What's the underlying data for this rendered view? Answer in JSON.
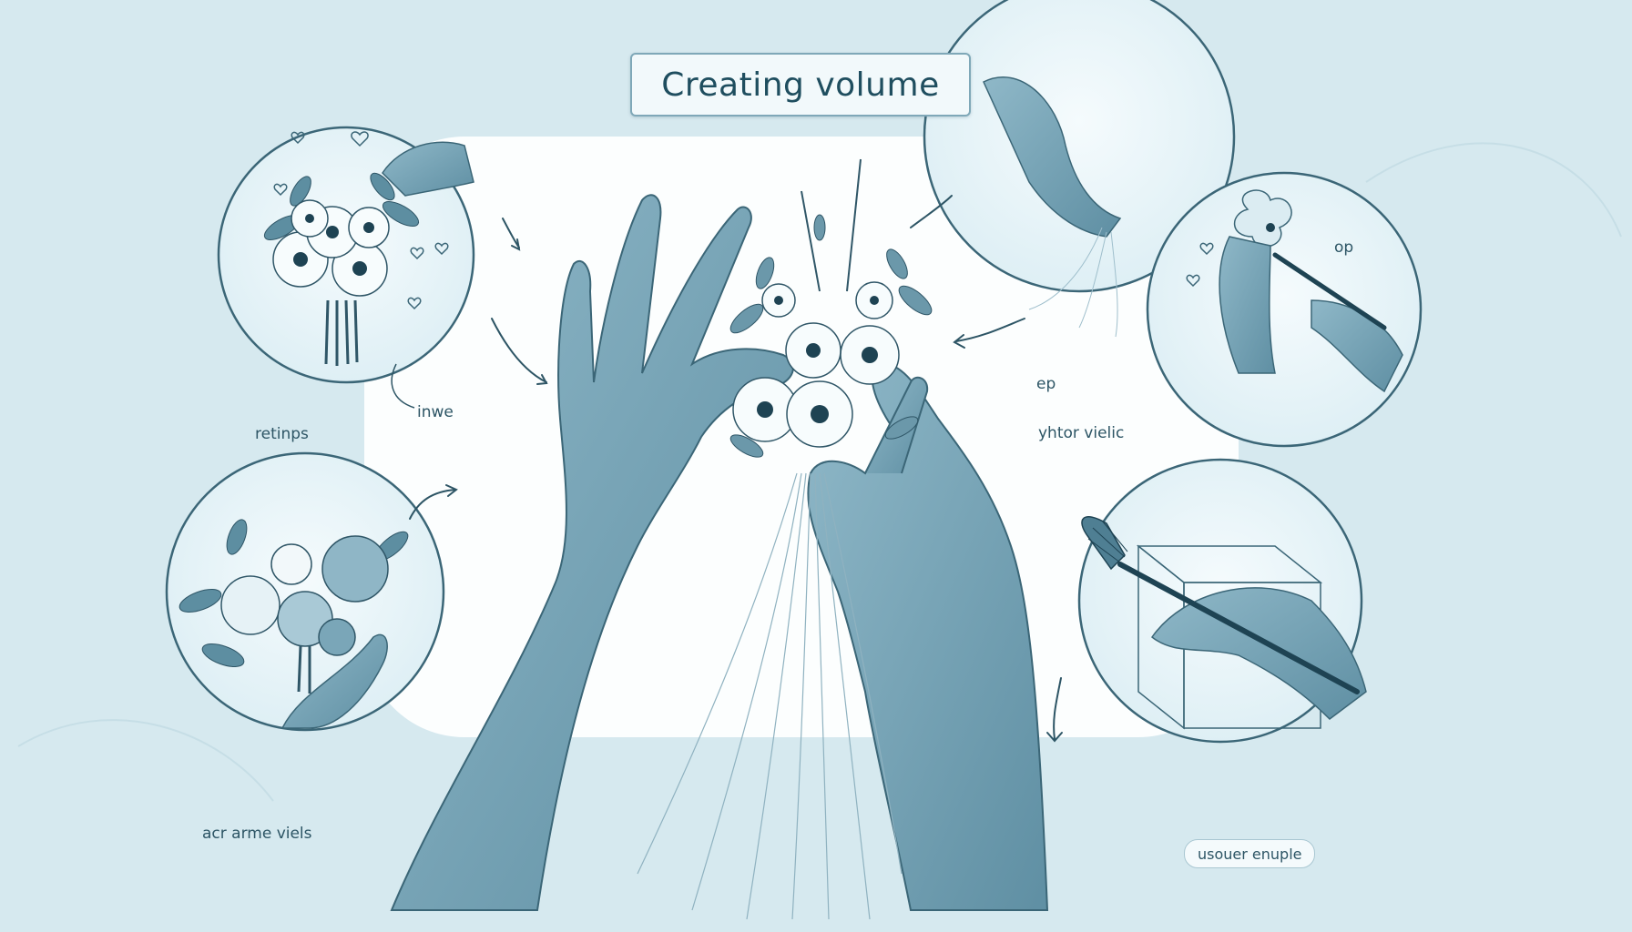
{
  "title": "Creating volume",
  "labels": {
    "left_upper": "retinps",
    "left_upper_mid": "inwe",
    "left_lower": "acr arme viels",
    "right_small": "ep",
    "right_upper": "yhtor vielic",
    "right_circle": "op",
    "right_pill": "usouer enuple"
  },
  "colors": {
    "background": "#d6e9ef",
    "panel": "#ffffff",
    "skin": "#7aa6b8",
    "skin_dark": "#4f7f93",
    "line": "#3b6677"
  }
}
